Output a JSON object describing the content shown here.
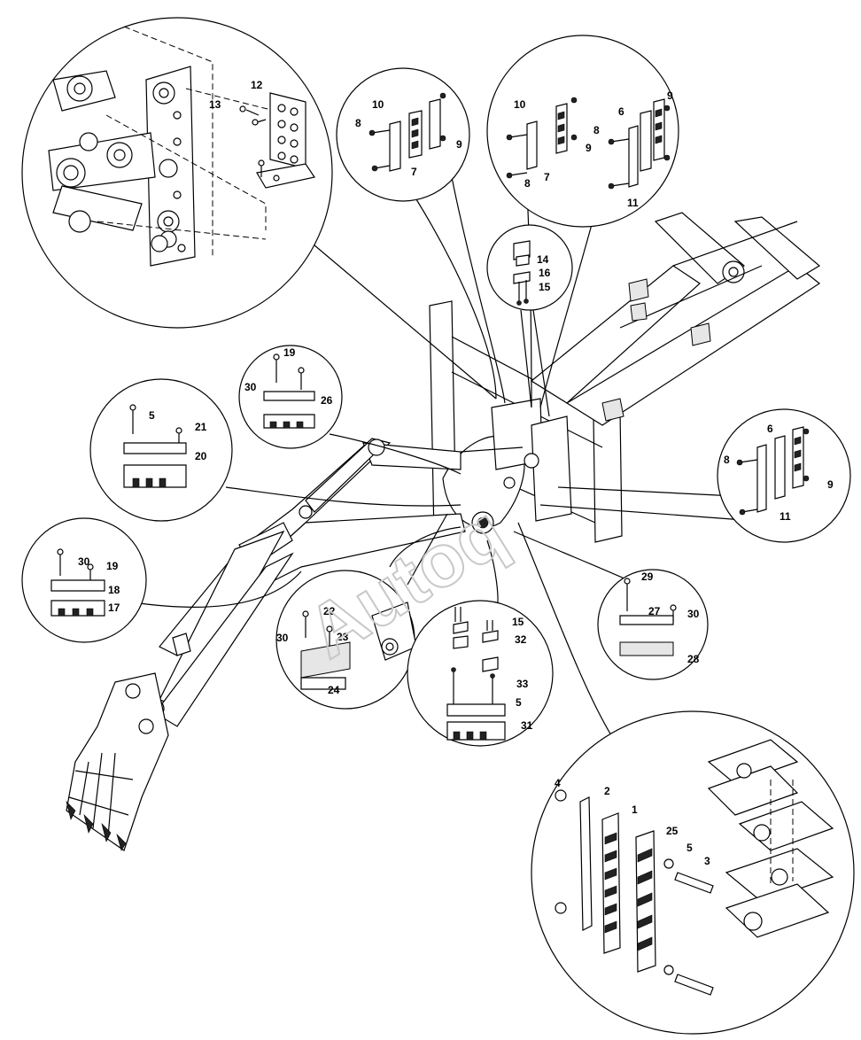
{
  "diagram": {
    "watermark": "Autoq",
    "callouts": {
      "d1": {
        "n12": "12",
        "n13": "13"
      },
      "d2": {
        "n10": "10",
        "n8": "8",
        "n9": "9",
        "n7": "7"
      },
      "d3": {
        "n10": "10",
        "n9a": "9",
        "n6": "6",
        "n8a": "8",
        "n9b": "9",
        "n8b": "8",
        "n7": "7",
        "n11": "11"
      },
      "d4": {
        "n14": "14",
        "n16": "16",
        "n15": "15"
      },
      "d5": {
        "n19": "19",
        "n30": "30",
        "n26": "26"
      },
      "d6": {
        "n5": "5",
        "n21": "21",
        "n20": "20"
      },
      "d7": {
        "n6": "6",
        "n8": "8",
        "n9": "9",
        "n11": "11"
      },
      "d8": {
        "n30": "30",
        "n19": "19",
        "n18": "18",
        "n17": "17"
      },
      "d9": {
        "n22": "22",
        "n30": "30",
        "n23": "23",
        "n24": "24"
      },
      "d10": {
        "n15": "15",
        "n32": "32",
        "n33": "33",
        "n5": "5",
        "n31": "31"
      },
      "d11": {
        "n29": "29",
        "n27": "27",
        "n30": "30",
        "n28": "28"
      },
      "d12": {
        "n4": "4",
        "n2": "2",
        "n1": "1",
        "n25": "25",
        "n5": "5",
        "n3": "3"
      }
    }
  }
}
